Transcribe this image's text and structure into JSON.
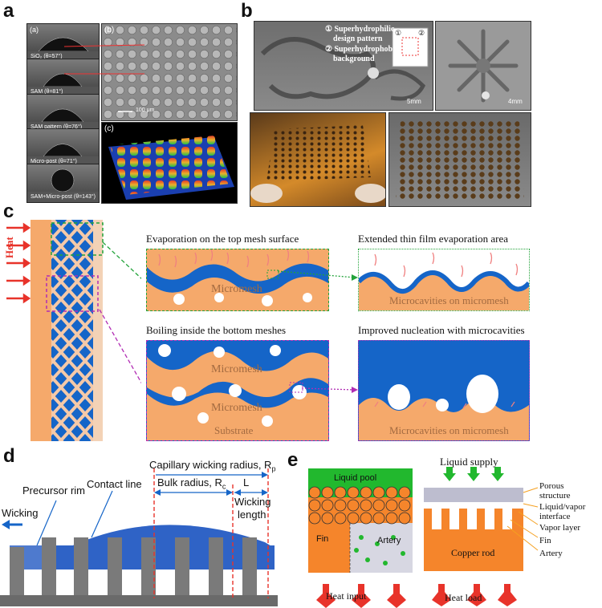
{
  "panel_labels": {
    "a": "a",
    "b": "b",
    "c": "c",
    "d": "d",
    "e": "e"
  },
  "panel_a": {
    "droplets": [
      {
        "caption": "SiO₂ (θ=57°)"
      },
      {
        "caption": "SAM (θ=81°)"
      },
      {
        "caption": "SAM pattern (θ=76°)"
      },
      {
        "caption": "Micro-post (θ=71°)"
      },
      {
        "caption": "SAM+Micro-post (θ=143°)"
      }
    ],
    "sublabel_a": "(a)",
    "sublabel_b": "(b)",
    "sublabel_c": "(c)",
    "scale_bar": "100 μm"
  },
  "panel_b": {
    "legend_1": "① Superhydrophilic",
    "legend_1b": "design pattern",
    "legend_2": "② Superhydrophobic",
    "legend_2b": "background",
    "inset_1": "①",
    "inset_2": "②",
    "scale_1": "5mm",
    "scale_2": "4mm"
  },
  "panel_c": {
    "heat": "Heat",
    "title_top_left": "Evaporation on the top mesh surface",
    "title_top_right": "Extended thin film evaporation area",
    "title_bottom_left": "Boiling inside the bottom meshes",
    "title_bottom_right": "Improved nucleation with microcavities",
    "micromesh": "Micromesh",
    "micromesh_2": "Micromesh",
    "micromesh_3": "Micromesh",
    "substrate": "Substrate",
    "microcavities_top": "Microcavities on micromesh",
    "microcavities_bottom": "Microcavities on micromesh"
  },
  "panel_d": {
    "capillary": "Capillary wicking radius, R",
    "capillary_sub": "p",
    "precursor": "Precursor rim",
    "contact": "Contact line",
    "bulk": "Bulk radius, R",
    "bulk_sub": "c",
    "L": "L",
    "wicking_length_1": "Wicking",
    "wicking_length_2": "length",
    "wicking": "Wicking"
  },
  "panel_e": {
    "liquid_pool": "Liquid pool",
    "fin": "Fin",
    "artery": "Artery",
    "heat_input": "Heat input",
    "liquid_supply": "Liquid supply",
    "porous_1": "Porous",
    "porous_2": "structure",
    "liquid_vapor_1": "Liquid/vapor",
    "liquid_vapor_2": "interface",
    "vapor_layer": "Vapor layer",
    "fin_right": "Fin",
    "artery_right": "Artery",
    "copper_rod": "Copper rod",
    "heat_load": "Heat load"
  },
  "colors": {
    "blue": "#1565c8",
    "orange": "#f5a96b",
    "green": "#22b82e",
    "red": "#e8332a",
    "pink": "#f08080"
  }
}
